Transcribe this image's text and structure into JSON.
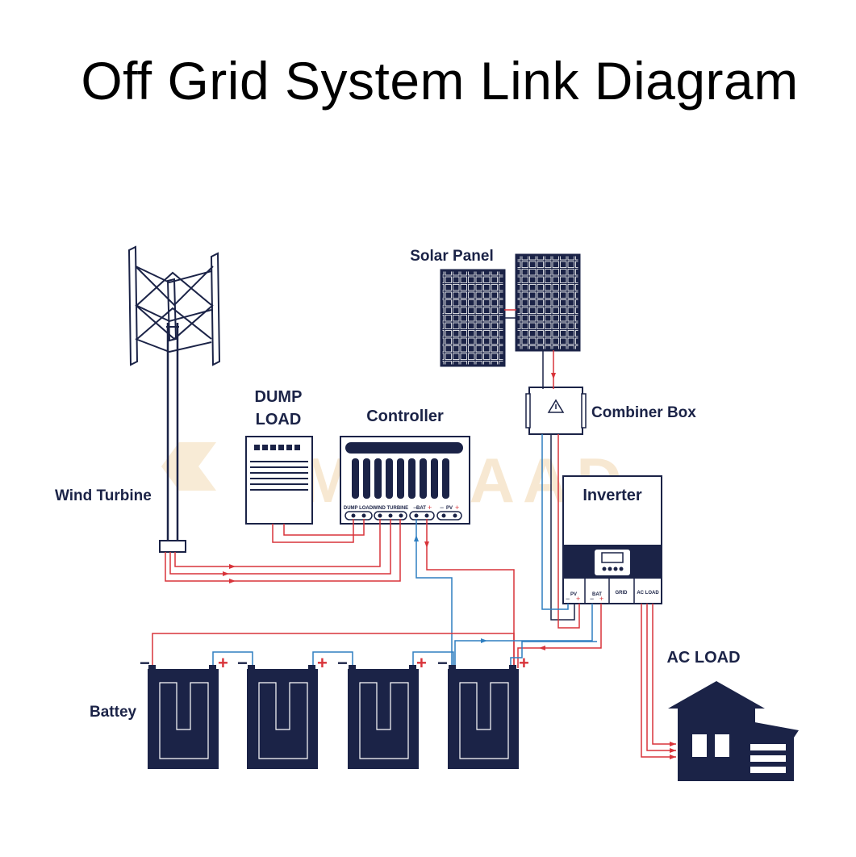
{
  "title": "Off Grid System Link Diagram",
  "watermark": "SMARAAD",
  "colors": {
    "navy": "#1b2347",
    "positive_wire": "#d8343a",
    "negative_wire": "#2f7fc1",
    "watermark": "#f2d7ae"
  },
  "components": {
    "solar_panel": {
      "label": "Solar Panel",
      "icon": "solar-panel-icon"
    },
    "combiner_box": {
      "label": "Combiner Box",
      "icon": "combiner-box-icon"
    },
    "dump_load": {
      "label_line1": "DUMP",
      "label_line2": "LOAD",
      "icon": "dump-load-icon"
    },
    "controller": {
      "label": "Controller",
      "icon": "controller-icon",
      "terminals": {
        "dump_load": "DUMP LOAD",
        "wind_turbine": "WIND TURBINE",
        "bat": "BAT",
        "pv": "PV"
      }
    },
    "wind_turbine": {
      "label": "Wind Turbine",
      "icon": "wind-turbine-icon"
    },
    "inverter": {
      "label": "Inverter",
      "icon": "inverter-icon",
      "terminals": {
        "pv": "PV",
        "bat": "BAT",
        "grid": "GRID",
        "ac_load": "AC LOAD"
      }
    },
    "battery": {
      "label": "Battey",
      "icon": "battery-icon",
      "count": 4
    },
    "ac_load": {
      "label": "AC LOAD",
      "icon": "house-icon"
    }
  },
  "polarity": {
    "plus": "+",
    "minus": "−"
  }
}
